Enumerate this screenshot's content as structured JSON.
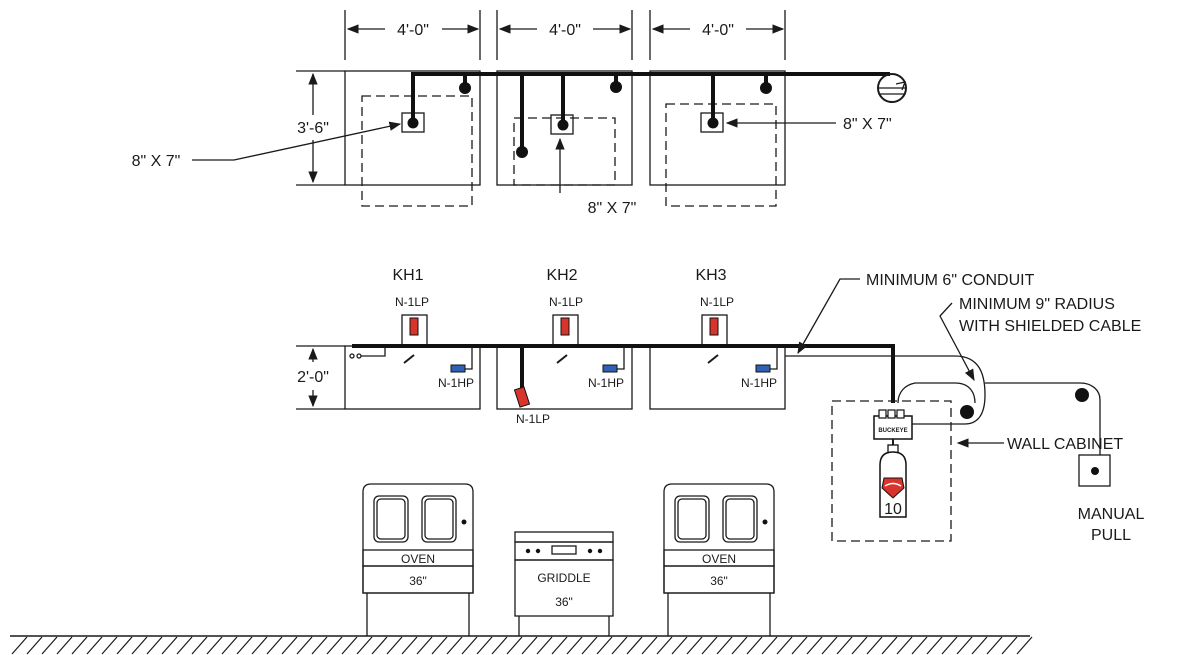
{
  "plan": {
    "dims": [
      "4'-0\"",
      "4'-0\"",
      "4'-0\""
    ],
    "depth_dim": "3'-6\"",
    "nozzle_labels": [
      "8\" X 7\"",
      "8\" X 7\"",
      "8\" X 7\""
    ]
  },
  "elevation": {
    "hoods": [
      "KH1",
      "KH2",
      "KH3"
    ],
    "low_nozzle": "N-1LP",
    "high_nozzle": "N-1HP",
    "under_nozzle": "N-1LP",
    "height_dim": "2'-0\""
  },
  "callouts": {
    "conduit": "MINIMUM 6\" CONDUIT",
    "radius_line1": "MINIMUM 9\" RADIUS",
    "radius_line2": "WITH SHIELDED CABLE",
    "cabinet": "WALL CABINET",
    "pull_line1": "MANUAL",
    "pull_line2": "PULL"
  },
  "system": {
    "brand": "BUCKEYE",
    "tank_size": "10"
  },
  "appliances": [
    {
      "name": "OVEN",
      "size": "36\""
    },
    {
      "name": "GRIDDLE",
      "size": "36\""
    },
    {
      "name": "OVEN",
      "size": "36\""
    }
  ],
  "colors": {
    "low_nozzle": "#d9342b",
    "high_nozzle": "#2f62b5",
    "line": "#1a1a1a"
  }
}
